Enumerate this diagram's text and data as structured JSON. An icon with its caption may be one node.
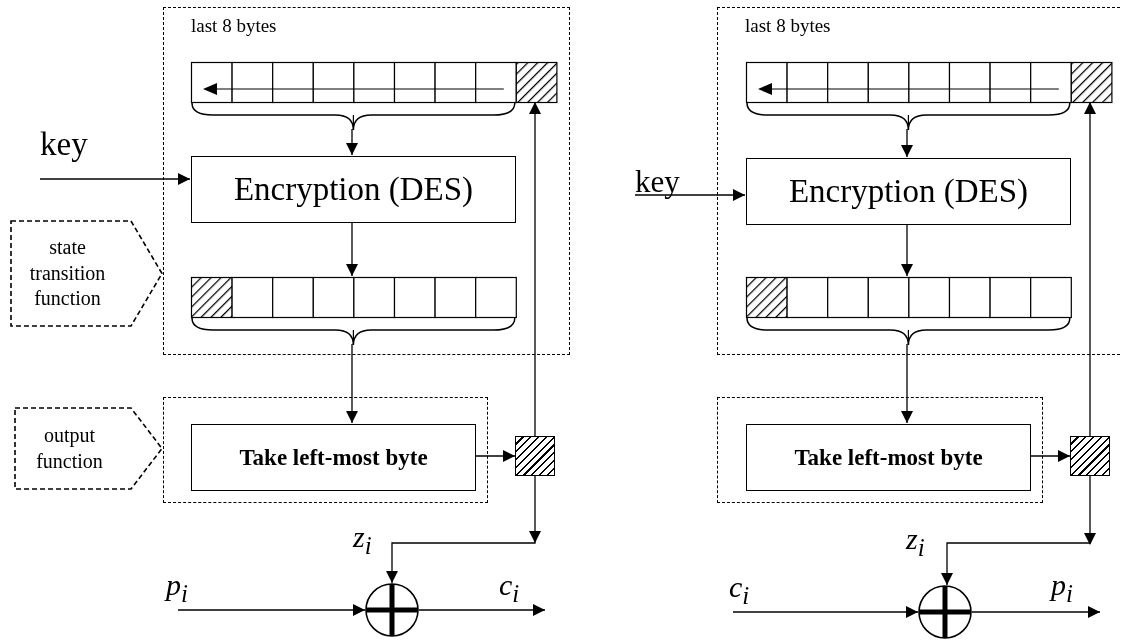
{
  "diagram": {
    "nodes": [
      {
        "text": [
          "last 8 bytes"
        ]
      },
      {
        "text": [],
        "shape": "bar",
        "in": 0
      },
      {
        "text": [
          "Encryption (DES)"
        ],
        "in": 0
      },
      {
        "text": [],
        "shape": "bar",
        "in": 0
      },
      {
        "text": [],
        "shape": "box"
      },
      {
        "text": [
          "Take left-most byte"
        ],
        "in": 4
      },
      {
        "text": [],
        "shape": "box"
      },
      {
        "text": [],
        "shape": "circle"
      },
      {
        "text": [
          "key"
        ]
      },
      {
        "text": [
          "state transition function"
        ]
      },
      {
        "text": [
          "output function"
        ]
      },
      {
        "text": [
          "last 8 bytes"
        ]
      },
      {
        "text": [],
        "shape": "bar",
        "in": 11
      },
      {
        "text": [
          "Encryption (DES)"
        ],
        "in": 11
      },
      {
        "text": [],
        "shape": "bar",
        "in": 11
      },
      {
        "text": [],
        "shape": "box"
      },
      {
        "text": [
          "Take left-most byte"
        ],
        "in": 15
      },
      {
        "text": [],
        "shape": "box"
      },
      {
        "text": [],
        "shape": "circle"
      },
      {
        "text": [
          "key"
        ]
      }
    ],
    "edges": [
      {
        "from": 8,
        "to": 2,
        "arrow": "to"
      },
      {
        "from": 1,
        "to": 2,
        "arrow": "to"
      },
      {
        "from": 2,
        "to": 3,
        "arrow": "to"
      },
      {
        "from": 3,
        "to": 5,
        "arrow": "to"
      },
      {
        "from": 5,
        "to": 6,
        "arrow": "to"
      },
      {
        "from": 6,
        "to": 1,
        "arrow": "to"
      },
      {
        "from": 6,
        "to": 7,
        "arrow": "to",
        "label": "z$_{i}$"
      },
      {
        "from": null,
        "to": 7,
        "arrow": "to",
        "label": "p$_{i}$"
      },
      {
        "from": 7,
        "to": null,
        "arrow": "to",
        "label": "c$_{i}$"
      },
      {
        "from": 19,
        "to": 13,
        "arrow": "to"
      },
      {
        "from": 12,
        "to": 13,
        "arrow": "to"
      },
      {
        "from": 13,
        "to": 14,
        "arrow": "to"
      },
      {
        "from": 14,
        "to": 16,
        "arrow": "to"
      },
      {
        "from": 16,
        "to": 17,
        "arrow": "to"
      },
      {
        "from": 17,
        "to": 12,
        "arrow": "to"
      },
      {
        "from": 17,
        "to": 18,
        "arrow": "to",
        "label": "z$_{i}$"
      },
      {
        "from": null,
        "to": 18,
        "arrow": "to",
        "label": "c$_{i}$"
      },
      {
        "from": 18,
        "to": null,
        "arrow": "to",
        "label": "p$_{i}$"
      }
    ]
  }
}
